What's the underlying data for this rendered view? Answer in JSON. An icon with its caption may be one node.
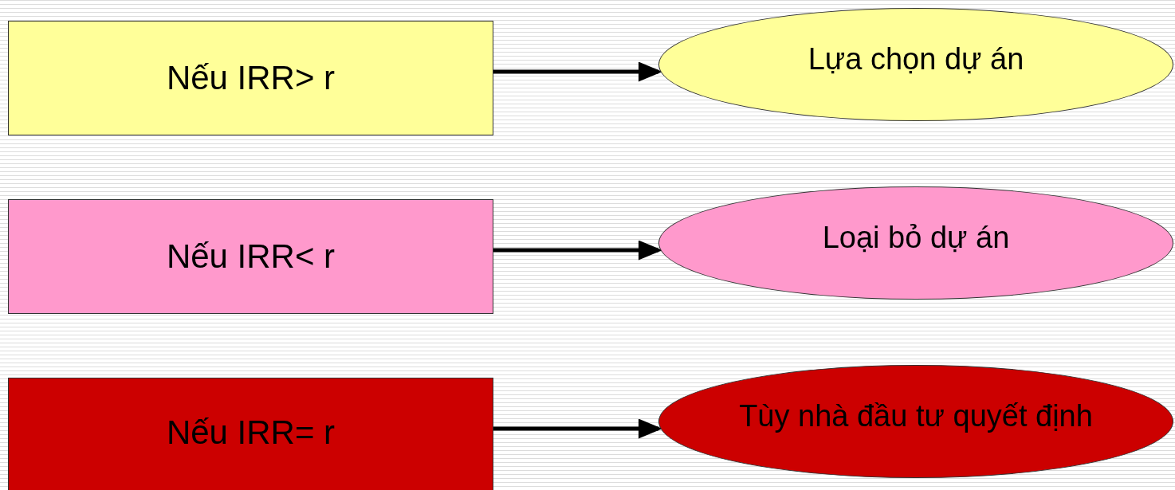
{
  "diagram": {
    "nodes": [
      {
        "text": [
          "Nếu IRR> r"
        ]
      },
      {
        "text": [
          "Lựa chọn dự án"
        ]
      },
      {
        "text": [
          "Nếu IRR< r"
        ]
      },
      {
        "text": [
          "Loại bỏ dự án"
        ]
      },
      {
        "text": [
          "Nếu IRR= r"
        ]
      },
      {
        "text": [
          "Tùy nhà đầu tư quyết định"
        ]
      }
    ],
    "edges": [
      {
        "from": 0,
        "to": 1,
        "arrow": "to"
      },
      {
        "from": 2,
        "to": 3,
        "arrow": "to"
      },
      {
        "from": 4,
        "to": 5,
        "arrow": "to"
      }
    ]
  }
}
